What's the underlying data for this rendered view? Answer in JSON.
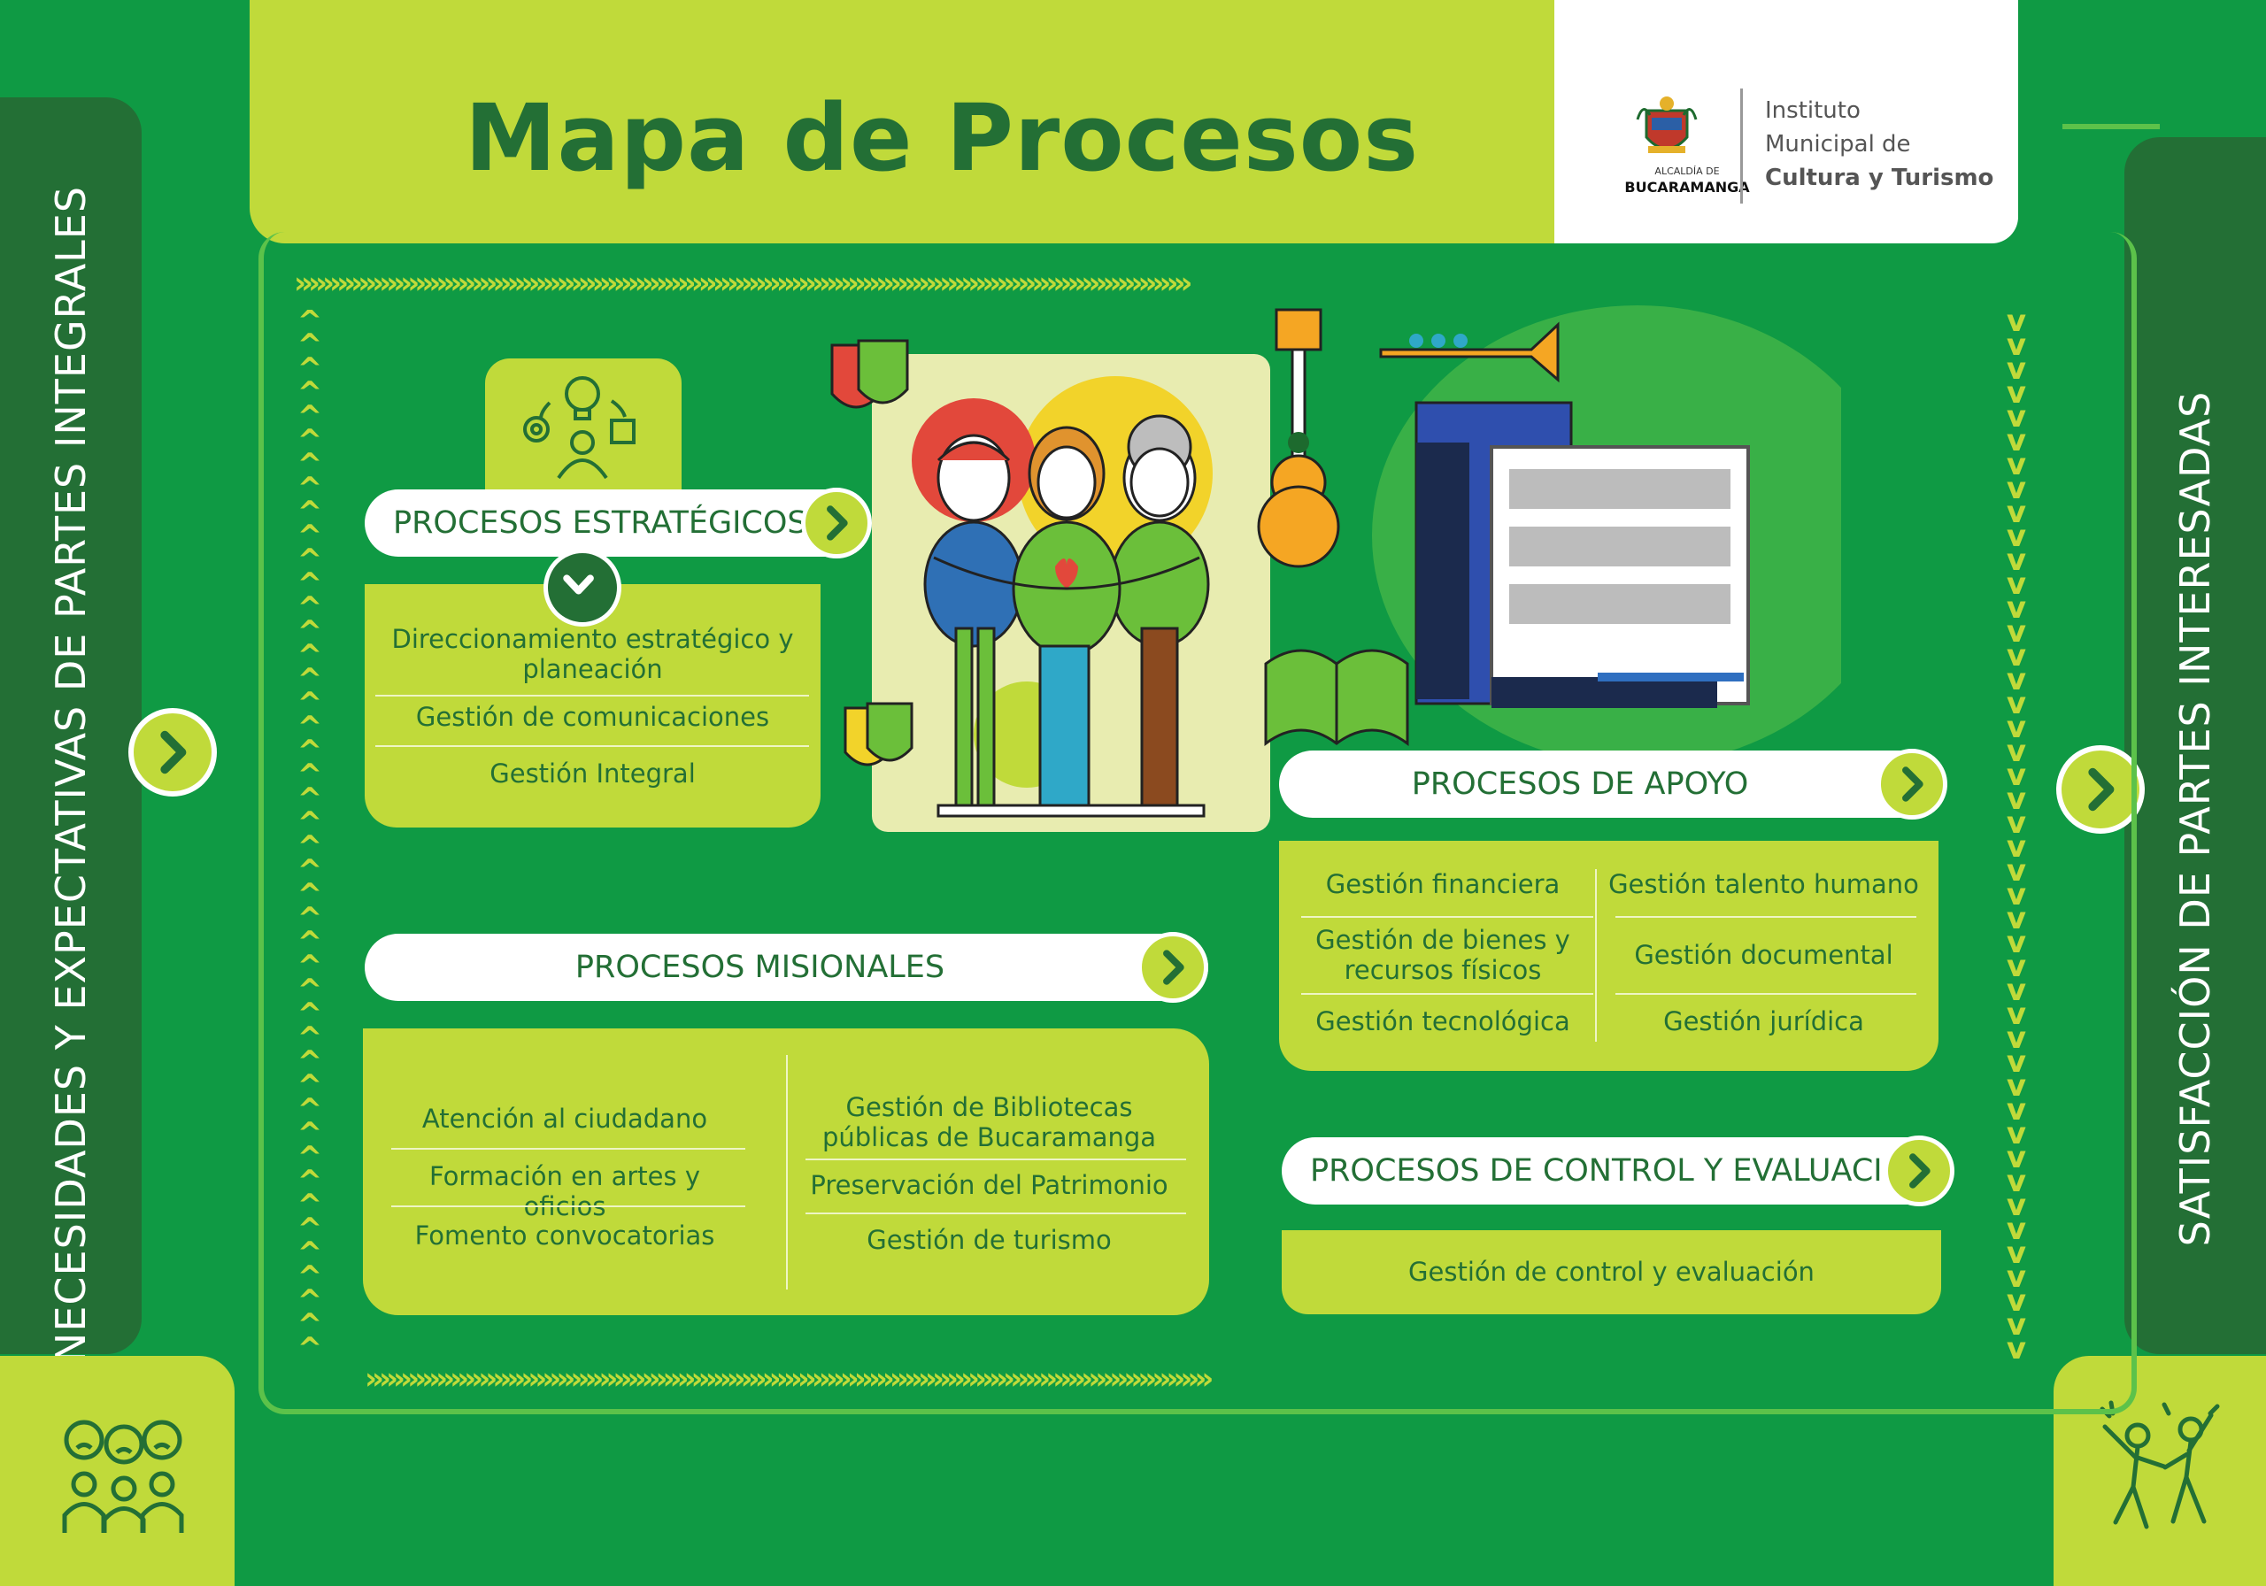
{
  "header": {
    "title": "Mapa de Procesos",
    "logo_small_1": "ALCALDÍA DE",
    "logo_small_2": "BUCARAMANGA",
    "institute_1": "Instituto",
    "institute_2": "Municipal de",
    "institute_3": "Cultura y Turismo"
  },
  "side": {
    "left_label": "NECESIDADES Y EXPECTATIVAS DE PARTES INTEGRALES",
    "right_label": "SATISFACCIÓN DE PARTES INTERESADAS"
  },
  "estrategicos": {
    "title": "PROCESOS ESTRATÉGICOS",
    "items": [
      "Direccionamiento estratégico y planeación",
      "Gestión de comunicaciones",
      "Gestión Integral"
    ]
  },
  "misionales": {
    "title": "PROCESOS MISIONALES",
    "left": [
      "Atención al ciudadano",
      "Formación en artes y oficios",
      "Fomento convocatorias"
    ],
    "right": [
      "Gestión de Bibliotecas públicas de Bucaramanga",
      "Preservación del Patrimonio",
      "Gestión de turismo"
    ]
  },
  "apoyo": {
    "title": "PROCESOS DE APOYO",
    "left": [
      "Gestión financiera",
      "Gestión de bienes y recursos físicos",
      "Gestión tecnológica"
    ],
    "right": [
      "Gestión talento humano",
      "Gestión documental",
      "Gestión jurídica"
    ]
  },
  "control": {
    "title": "PROCESOS DE CONTROL Y EVALUACIÓN",
    "items": [
      "Gestión de control y evaluación"
    ]
  },
  "colors": {
    "background": "#0f9a44",
    "dark_green": "#236f35",
    "lime": "#c0da3a",
    "white": "#ffffff"
  }
}
